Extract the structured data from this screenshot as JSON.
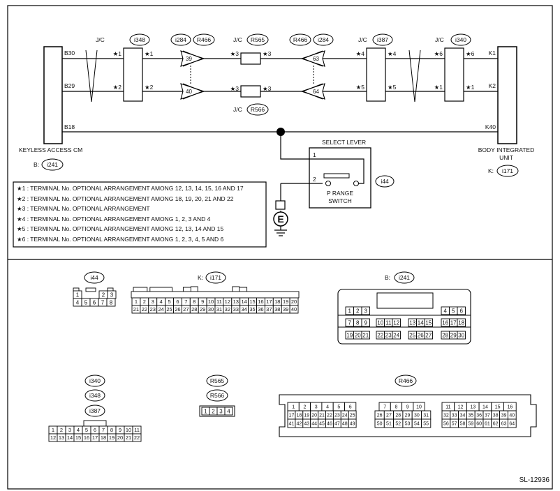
{
  "figure_id": "SL-12936",
  "jc_prefix": "J/C",
  "keyless": {
    "name": "KEYLESS ACCESS CM",
    "prefix": "B:",
    "code": "i241",
    "terminals": [
      "B30",
      "B29",
      "B18"
    ]
  },
  "biu": {
    "name_line1": "BODY INTEGRATED",
    "name_line2": "UNIT",
    "prefix": "K:",
    "code": "i171",
    "terminals": [
      "K1",
      "K2",
      "K40"
    ]
  },
  "connectors": {
    "jc_i348": "i348",
    "i284_left": "i284",
    "r466_left": "R466",
    "jc_r565": "R565",
    "r466_right": "R466",
    "i284_right": "i284",
    "jc_i387": "i387",
    "jc_i340": "i340",
    "jc_r566": "R566"
  },
  "pins": {
    "jc_i348_top_l": "★1",
    "jc_i348_top_r": "★1",
    "jc_i348_bot_l": "★2",
    "jc_i348_bot_r": "★2",
    "r565_l": "★3",
    "r565_r": "★3",
    "r566_l": "★3",
    "r566_r": "★3",
    "jc_i387_top_l": "★4",
    "jc_i387_top_r": "★4",
    "jc_i387_bot_l": "★5",
    "jc_i387_bot_r": "★5",
    "jc_i340_top_l": "★6",
    "jc_i340_top_r": "★6",
    "jc_i340_bot_l": "★1",
    "jc_i340_bot_r": "★1",
    "arrow_39": "39",
    "arrow_40": "40",
    "arrow_63": "63",
    "arrow_64": "64"
  },
  "select_lever": {
    "title": "SELECT LEVER",
    "code": "i44",
    "pin1": "1",
    "pin2": "2",
    "switch_line1": "P RANGE",
    "switch_line2": "SWITCH",
    "ground": "E"
  },
  "notes": [
    "★1 : TERMINAL No. OPTIONAL ARRANGEMENT AMONG 12, 13, 14, 15, 16 AND 17",
    "★2 : TERMINAL No. OPTIONAL ARRANGEMENT AMONG 18, 19, 20, 21 AND 22",
    "★3 : TERMINAL No. OPTIONAL ARRANGEMENT",
    "★4 : TERMINAL No. OPTIONAL ARRANGEMENT AMONG 1, 2, 3 AND 4",
    "★5 : TERMINAL No. OPTIONAL ARRANGEMENT AMONG 12, 13, 14 AND 15",
    "★6 : TERMINAL No. OPTIONAL ARRANGEMENT AMONG 1, 2, 3, 4, 5 AND 6"
  ],
  "face_views": {
    "i44": {
      "code": "i44",
      "rows": [
        [
          "1",
          "",
          "2",
          "3"
        ],
        [
          "4",
          "5",
          "6",
          "7",
          "8"
        ]
      ]
    },
    "i171": {
      "prefix": "K:",
      "code": "i171",
      "row1": [
        "1",
        "2",
        "3",
        "4",
        "5",
        "6",
        "7",
        "8",
        "9",
        "10",
        "11",
        "12",
        "13",
        "14",
        "15",
        "16",
        "17",
        "18",
        "19",
        "20"
      ],
      "row2": [
        "21",
        "22",
        "23",
        "24",
        "25",
        "26",
        "27",
        "28",
        "29",
        "30",
        "31",
        "32",
        "33",
        "34",
        "35",
        "36",
        "37",
        "38",
        "39",
        "40"
      ]
    },
    "i241": {
      "prefix": "B:",
      "code": "i241",
      "rows": [
        [
          "1",
          "2",
          "3",
          "",
          "4",
          "5",
          "6"
        ],
        [
          "7",
          "8",
          "9",
          "10",
          "11",
          "12",
          "13",
          "14",
          "15",
          "16",
          "17",
          "18"
        ],
        [
          "19",
          "20",
          "21",
          "22",
          "23",
          "24",
          "25",
          "26",
          "27",
          "28",
          "29",
          "30"
        ]
      ]
    },
    "jc_group": {
      "codes": [
        "i340",
        "i348",
        "i387"
      ],
      "row1": [
        "1",
        "2",
        "3",
        "4",
        "5",
        "6",
        "7",
        "8",
        "9",
        "10",
        "11"
      ],
      "row2": [
        "12",
        "13",
        "14",
        "15",
        "16",
        "17",
        "18",
        "19",
        "20",
        "21",
        "22"
      ]
    },
    "r_group": {
      "codes": [
        "R565",
        "R566"
      ],
      "row": [
        "1",
        "2",
        "3",
        "4"
      ]
    },
    "r466": {
      "code": "R466",
      "blockA_top": [
        "1",
        "2",
        "3",
        "4",
        "5",
        "6"
      ],
      "blockA_mid": [
        "17",
        "18",
        "19",
        "20",
        "21",
        "22",
        "23",
        "24",
        "25"
      ],
      "blockA_bot": [
        "41",
        "42",
        "43",
        "44",
        "45",
        "46",
        "47",
        "48",
        "49"
      ],
      "blockB_top": [
        "7",
        "8",
        "9",
        "10"
      ],
      "blockB_mid": [
        "26",
        "27",
        "28",
        "29",
        "30",
        "31"
      ],
      "blockB_bot": [
        "50",
        "51",
        "52",
        "53",
        "54",
        "55"
      ],
      "blockC_top": [
        "11",
        "12",
        "13",
        "14",
        "15",
        "16"
      ],
      "blockC_mid": [
        "32",
        "33",
        "34",
        "35",
        "36",
        "37",
        "38",
        "39",
        "40"
      ],
      "blockC_bot": [
        "56",
        "57",
        "58",
        "59",
        "60",
        "61",
        "62",
        "63",
        "64"
      ]
    }
  }
}
